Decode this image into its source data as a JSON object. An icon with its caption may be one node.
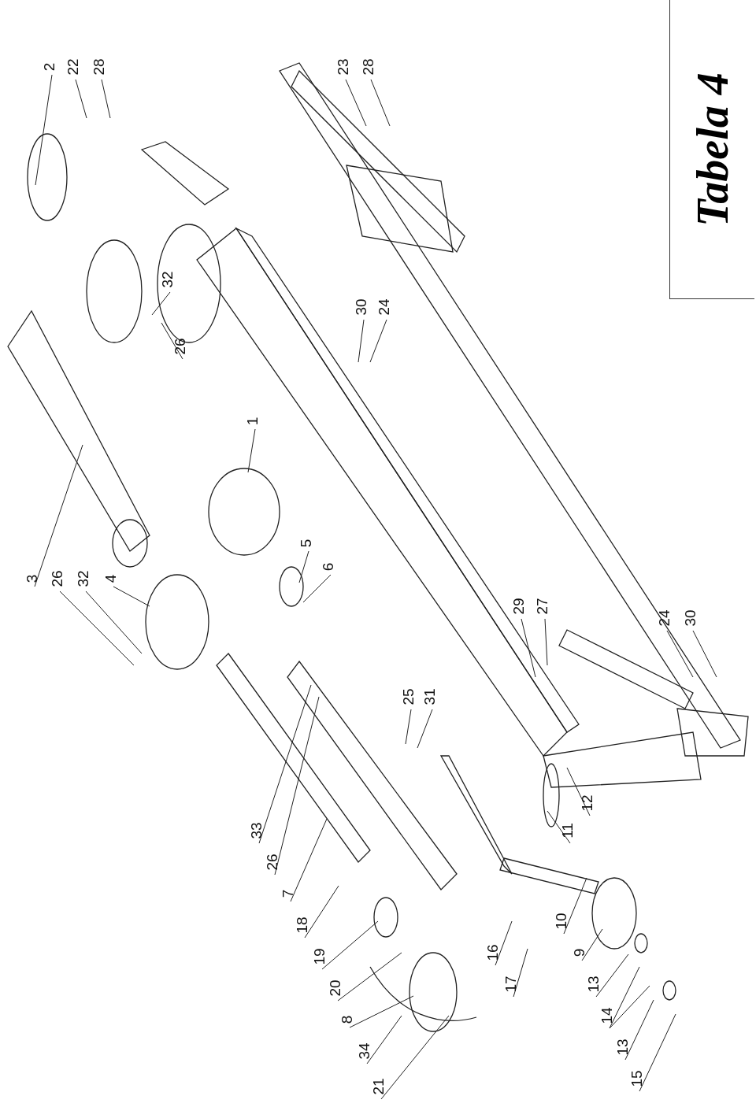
{
  "diagram": {
    "nodes": [
      {
        "text": [
          "2"
        ]
      },
      {
        "text": [
          "22"
        ]
      },
      {
        "text": [
          "28"
        ]
      },
      {
        "text": [
          "23"
        ]
      },
      {
        "text": [
          "28"
        ]
      },
      {
        "text": [
          "32"
        ]
      },
      {
        "text": [
          "26"
        ]
      },
      {
        "text": [
          "30"
        ]
      },
      {
        "text": [
          "24"
        ]
      },
      {
        "text": [
          "1"
        ]
      },
      {
        "text": [
          "3"
        ]
      },
      {
        "text": [
          "26"
        ]
      },
      {
        "text": [
          "32"
        ]
      },
      {
        "text": [
          "4"
        ]
      },
      {
        "text": [
          "5"
        ]
      },
      {
        "text": [
          "6"
        ]
      },
      {
        "text": [
          "29"
        ]
      },
      {
        "text": [
          "27"
        ]
      },
      {
        "text": [
          "24"
        ]
      },
      {
        "text": [
          "30"
        ]
      },
      {
        "text": [
          "25"
        ]
      },
      {
        "text": [
          "31"
        ]
      },
      {
        "text": [
          "33"
        ]
      },
      {
        "text": [
          "26"
        ]
      },
      {
        "text": [
          "7"
        ]
      },
      {
        "text": [
          "18"
        ]
      },
      {
        "text": [
          "19"
        ]
      },
      {
        "text": [
          "20"
        ]
      },
      {
        "text": [
          "8"
        ]
      },
      {
        "text": [
          "34"
        ]
      },
      {
        "text": [
          "21"
        ]
      },
      {
        "text": [
          "16"
        ]
      },
      {
        "text": [
          "17"
        ]
      },
      {
        "text": [
          "10"
        ]
      },
      {
        "text": [
          "9"
        ]
      },
      {
        "text": [
          "13"
        ]
      },
      {
        "text": [
          "14"
        ]
      },
      {
        "text": [
          "13"
        ]
      },
      {
        "text": [
          "15"
        ]
      },
      {
        "text": [
          "11"
        ]
      },
      {
        "text": [
          "12"
        ]
      },
      {
        "text": [
          "Tabela 4"
        ]
      }
    ],
    "edges": [
      {
        "from": 0,
        "to": null,
        "arrow": "none"
      },
      {
        "from": 1,
        "to": null,
        "arrow": "none"
      },
      {
        "from": 2,
        "to": null,
        "arrow": "none"
      },
      {
        "from": 3,
        "to": null,
        "arrow": "none"
      },
      {
        "from": 4,
        "to": null,
        "arrow": "none"
      },
      {
        "from": 5,
        "to": null,
        "arrow": "none"
      },
      {
        "from": 6,
        "to": null,
        "arrow": "none"
      },
      {
        "from": 7,
        "to": null,
        "arrow": "none"
      },
      {
        "from": 8,
        "to": null,
        "arrow": "none"
      },
      {
        "from": 9,
        "to": null,
        "arrow": "none"
      },
      {
        "from": 10,
        "to": null,
        "arrow": "none"
      },
      {
        "from": 11,
        "to": null,
        "arrow": "none"
      },
      {
        "from": 12,
        "to": null,
        "arrow": "none"
      },
      {
        "from": 13,
        "to": null,
        "arrow": "none"
      },
      {
        "from": 14,
        "to": null,
        "arrow": "none"
      },
      {
        "from": 15,
        "to": null,
        "arrow": "none"
      },
      {
        "from": 16,
        "to": null,
        "arrow": "none"
      },
      {
        "from": 17,
        "to": null,
        "arrow": "none"
      },
      {
        "from": 18,
        "to": null,
        "arrow": "none"
      },
      {
        "from": 19,
        "to": null,
        "arrow": "none"
      },
      {
        "from": 20,
        "to": null,
        "arrow": "none"
      },
      {
        "from": 21,
        "to": null,
        "arrow": "none"
      },
      {
        "from": 22,
        "to": null,
        "arrow": "none"
      },
      {
        "from": 23,
        "to": null,
        "arrow": "none"
      },
      {
        "from": 24,
        "to": null,
        "arrow": "none"
      },
      {
        "from": 25,
        "to": null,
        "arrow": "none"
      },
      {
        "from": 26,
        "to": null,
        "arrow": "none"
      },
      {
        "from": 27,
        "to": null,
        "arrow": "none"
      },
      {
        "from": 28,
        "to": null,
        "arrow": "none"
      },
      {
        "from": 29,
        "to": null,
        "arrow": "none"
      },
      {
        "from": 30,
        "to": null,
        "arrow": "none"
      },
      {
        "from": 31,
        "to": null,
        "arrow": "none"
      },
      {
        "from": 32,
        "to": null,
        "arrow": "none"
      },
      {
        "from": 33,
        "to": null,
        "arrow": "none"
      },
      {
        "from": 34,
        "to": null,
        "arrow": "none"
      },
      {
        "from": 35,
        "to": null,
        "arrow": "none"
      },
      {
        "from": 36,
        "to": null,
        "arrow": "none"
      },
      {
        "from": 36,
        "to": null,
        "arrow": "none"
      },
      {
        "from": 37,
        "to": null,
        "arrow": "none"
      },
      {
        "from": 38,
        "to": null,
        "arrow": "none"
      },
      {
        "from": 39,
        "to": null,
        "arrow": "none"
      },
      {
        "from": 40,
        "to": null,
        "arrow": "none"
      }
    ]
  }
}
